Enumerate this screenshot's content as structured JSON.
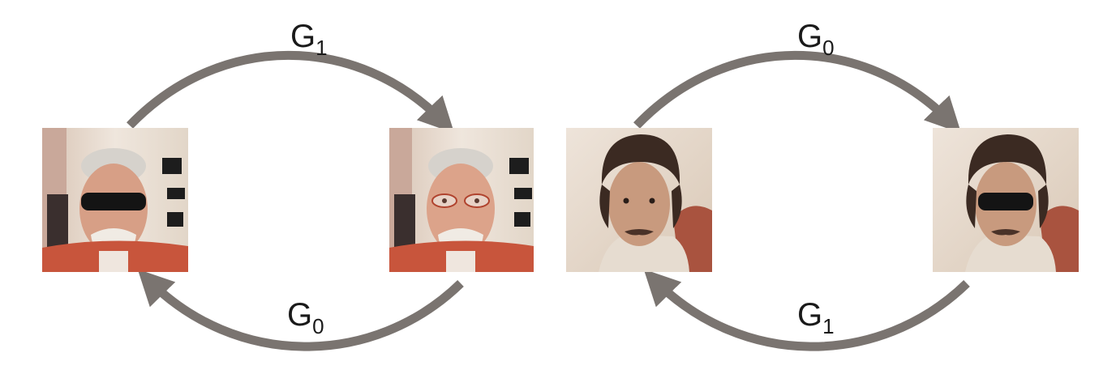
{
  "colors": {
    "arrow": "#7a7470",
    "label": "#1a1a1a",
    "background": "#ffffff"
  },
  "left_cycle": {
    "top_label": {
      "base": "G",
      "subscript": "1"
    },
    "bottom_label": {
      "base": "G",
      "subscript": "0"
    },
    "image_a": "man-with-sunglasses-photo",
    "image_b": "man-sunglasses-removed-photo"
  },
  "right_cycle": {
    "top_label": {
      "base": "G",
      "subscript": "0"
    },
    "bottom_label": {
      "base": "G",
      "subscript": "1"
    },
    "image_a": "young-man-without-glasses-photo",
    "image_b": "young-man-with-sunglasses-photo"
  }
}
